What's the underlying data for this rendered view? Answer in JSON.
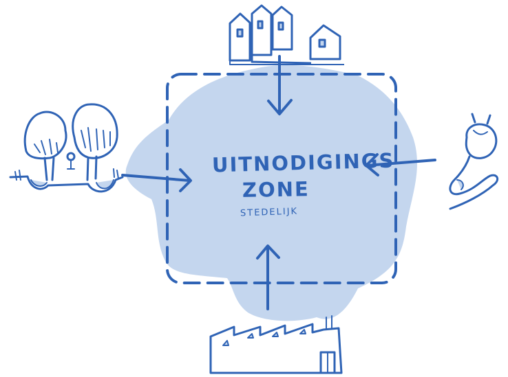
{
  "diagram": {
    "title_line_1": "UITNODIGINGS",
    "title_line_2": "ZONE",
    "subtitle": "STEDELIJK"
  },
  "style": {
    "stroke_color": "#2f63b5",
    "fill_color": "#c4d6ee",
    "background": "#ffffff"
  },
  "icons": [
    "houses-icon",
    "trees-park-icon",
    "power-plug-icon",
    "factory-icon"
  ]
}
